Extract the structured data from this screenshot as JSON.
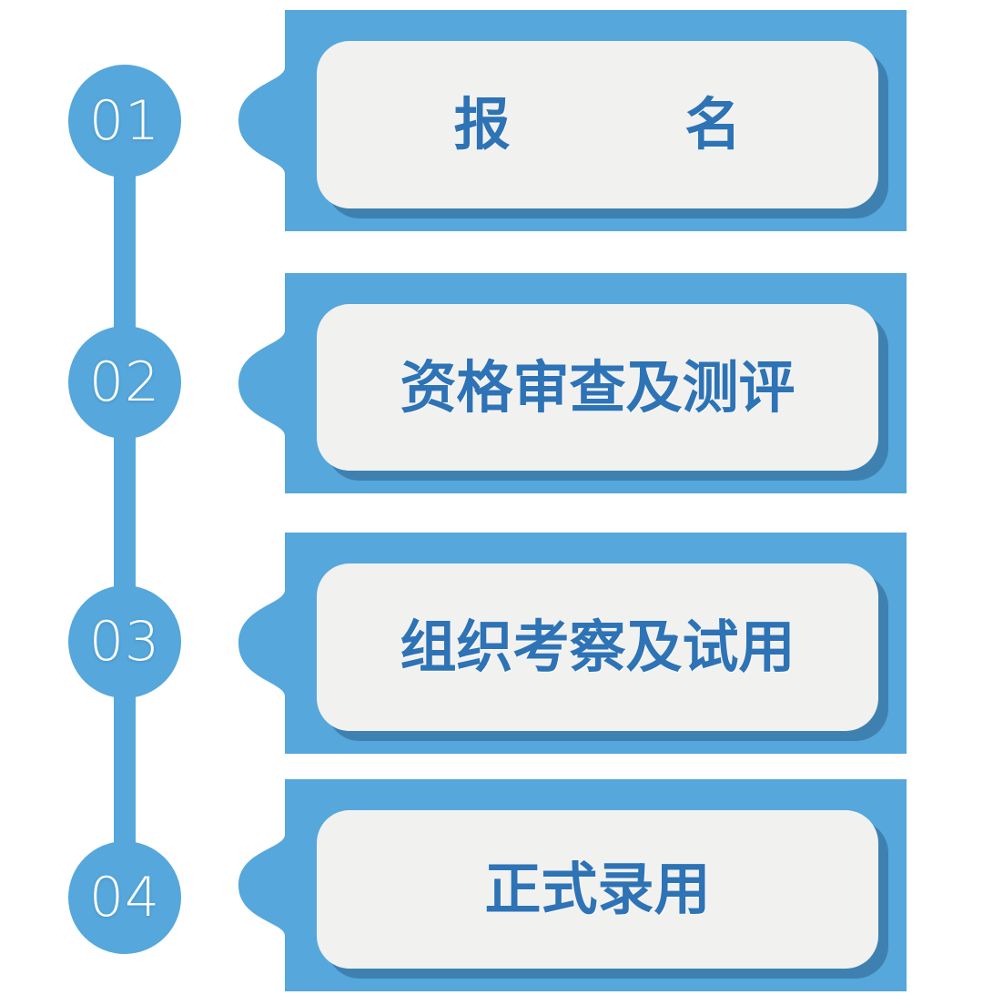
{
  "diagram": {
    "type": "vertical-process-flow",
    "title_text_language": "zh",
    "orientation": "vertical",
    "step_count": 4,
    "colors": {
      "accent_blue": "#55A7DC",
      "card_fill": "#F1F1F0",
      "card_shadow": "#3E81B1",
      "label_blue": "#2D73B5",
      "number_white": "#FAFDFE",
      "background": "#FFFFFF"
    },
    "steps": [
      {
        "number": "01",
        "label": "报    名",
        "label_spaced": true,
        "marker_name": "step-marker-01"
      },
      {
        "number": "02",
        "label": "资格审查及测评",
        "label_spaced": false,
        "marker_name": "step-marker-02"
      },
      {
        "number": "03",
        "label": "组织考察及试用",
        "label_spaced": false,
        "marker_name": "step-marker-03"
      },
      {
        "number": "04",
        "label": "正式录用",
        "label_spaced": false,
        "marker_name": "step-marker-04"
      }
    ]
  }
}
